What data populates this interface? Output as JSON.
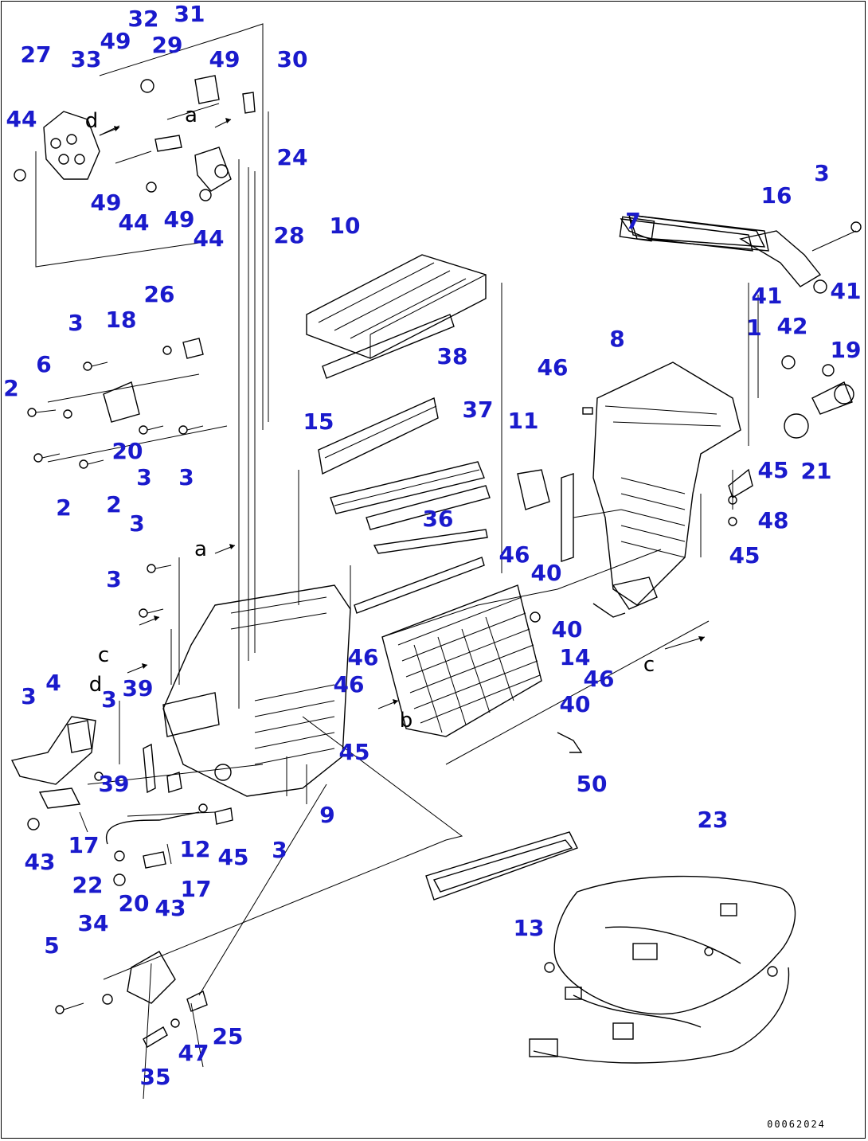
{
  "diagram": {
    "type": "exploded-parts-diagram",
    "colors": {
      "callout": "#1a1acc",
      "line": "#000000",
      "background": "#ffffff"
    },
    "document_id": "00062024",
    "view_letters": [
      "a",
      "b",
      "c",
      "d"
    ],
    "callouts": [
      "1",
      "2",
      "3",
      "4",
      "5",
      "6",
      "7",
      "8",
      "9",
      "10",
      "11",
      "12",
      "13",
      "14",
      "15",
      "16",
      "17",
      "18",
      "19",
      "20",
      "21",
      "22",
      "23",
      "24",
      "25",
      "26",
      "27",
      "28",
      "29",
      "30",
      "31",
      "32",
      "33",
      "34",
      "35",
      "36",
      "37",
      "38",
      "39",
      "40",
      "41",
      "42",
      "43",
      "44",
      "45",
      "46",
      "47",
      "48",
      "49",
      "50"
    ]
  }
}
